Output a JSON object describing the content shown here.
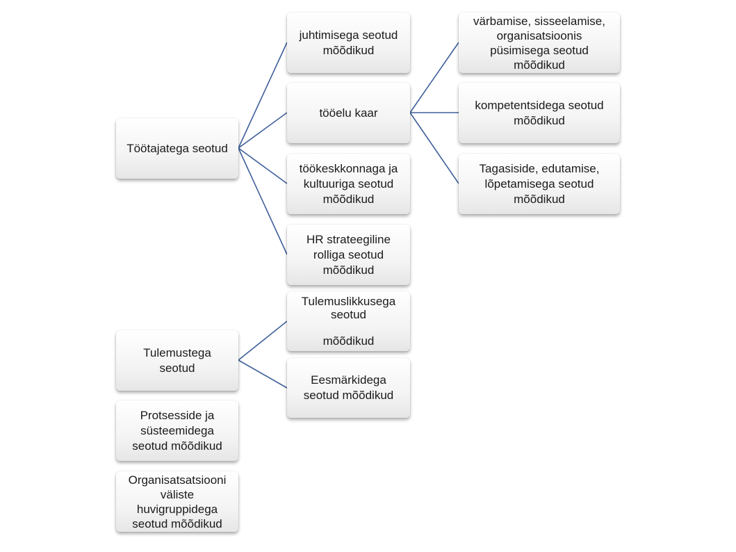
{
  "nodes": {
    "tootajad": "Töötajatega seotud",
    "juhtimine": "juhtimisega seotud\nmõõdikud",
    "tooelu": "tööelu kaar",
    "tookeskkond": "töökeskkonnaga ja\nkultuuriga seotud\nmõõdikud",
    "hr": "HR strateegiline\nrolliga seotud\nmõõdikud",
    "varbamine": "värbamise, sisseelamise,\norganisatsioonis\npüsimisega seotud\nmõõdikud",
    "kompetentsid": "kompetentsidega seotud\nmõõdikud",
    "tagasiside": "Tagasiside, edutamise,\nlõpetamisega seotud\nmõõdikud",
    "tulemused": "Tulemustega\nseotud",
    "tulemuslikkus": "Tulemuslikkusega\nseotud\n\nmõõdikud",
    "eesmargid": "Eesmärkidega\nseotud mõõdikud",
    "protsessid": "Protsesside ja\nsüsteemidega\nseotud mõõdikud",
    "huvigrupid": "Organisatsatsiooni\nväliste\nhuvigruppidega\nseotud mõõdikud"
  },
  "colors": {
    "connector": "#3e5f9a",
    "box_text": "#1a1a1a"
  }
}
